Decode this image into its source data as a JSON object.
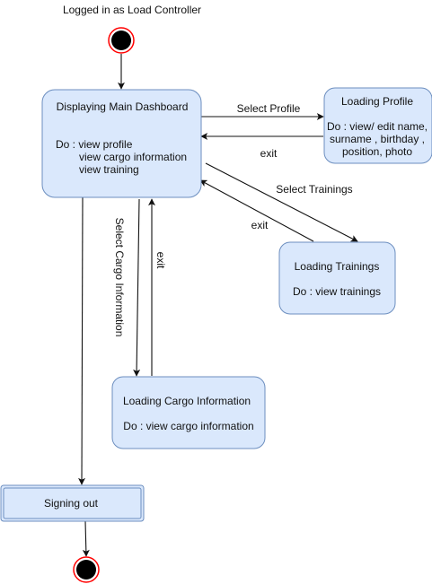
{
  "header": {
    "title": "Logged in as Load Controller"
  },
  "states": {
    "dashboard": {
      "title": "Displaying Main Dashboard",
      "do_line1": "Do : view profile",
      "do_line2": "view cargo information",
      "do_line3": "view training"
    },
    "profile": {
      "title": "Loading Profile",
      "do_line1": "Do : view/ edit name,",
      "do_line2": "surname , birthday ,",
      "do_line3": "position, photo"
    },
    "trainings": {
      "title": "Loading Trainings",
      "do_line1": "Do : view trainings"
    },
    "cargo": {
      "title": "Loading Cargo Information",
      "do_line1": "Do : view cargo information"
    },
    "signout": {
      "title": "Signing out"
    }
  },
  "transitions": {
    "select_profile": "Select Profile",
    "exit_profile": "exit",
    "select_trainings": "Select Trainings",
    "exit_trainings": "exit",
    "select_cargo": "Select Cargo Information",
    "exit_cargo": "exit"
  },
  "colors": {
    "state_fill": "#dae8fc",
    "state_stroke": "#6c8ebf",
    "node_ring": "#ff0000",
    "node_fill": "#000000"
  }
}
